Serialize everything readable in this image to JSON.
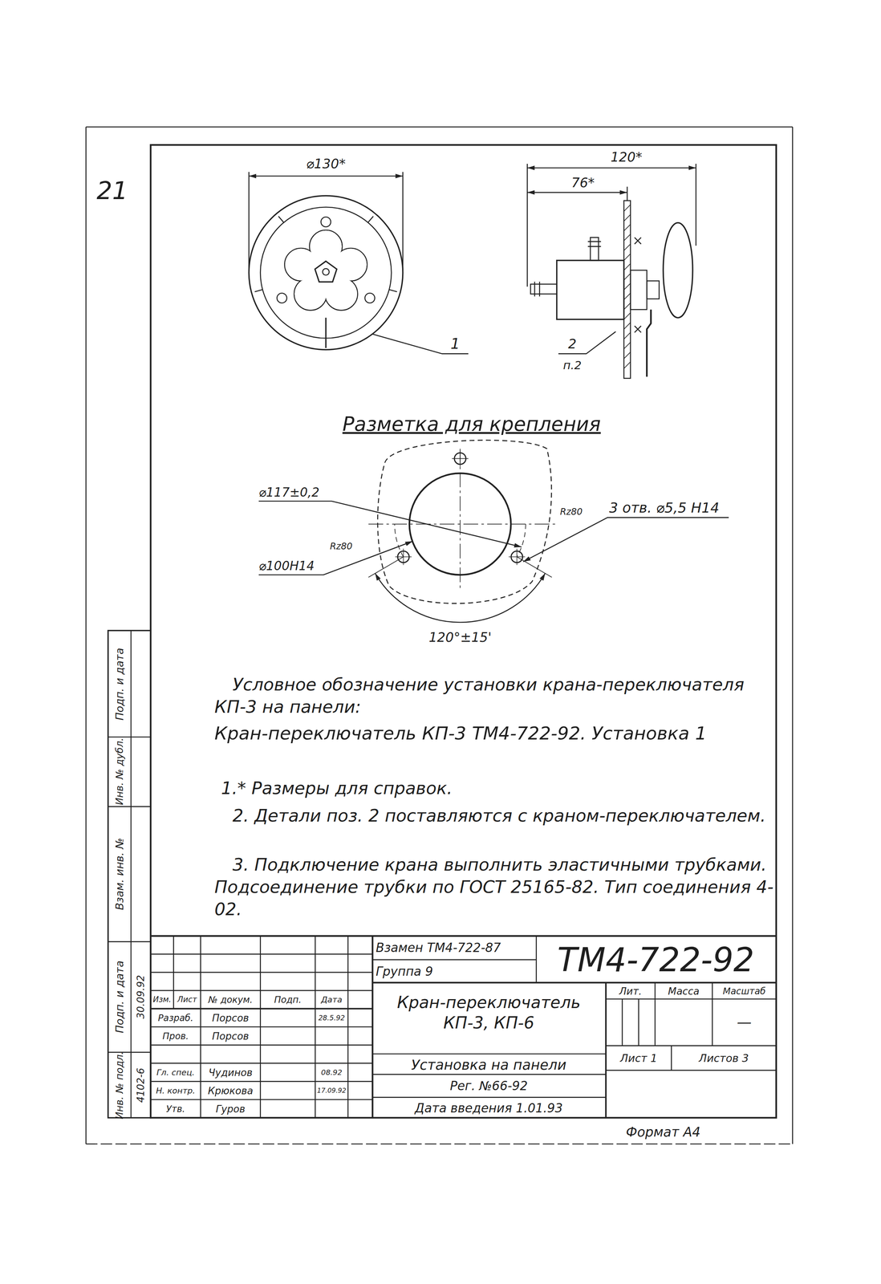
{
  "diagram": {
    "labels": [
      "21",
      "⌀130*",
      "120*",
      "76*",
      "1",
      "2",
      "п.2",
      "Разметка для крепления",
      "⌀117±0,2",
      "Rz80",
      "3 отв. ⌀5,5 H14",
      "⌀100H14",
      "Rz80",
      "120°±15'",
      "Условное обозначение установки крана-переключателя КП-3 на панели:",
      "Кран-переключатель КП-3 ТМ4-722-92. Установка 1",
      "1.* Размеры для справок.",
      "2. Детали поз. 2 поставляются с краном-переключателем.",
      "3. Подключение крана выполнить эластичными трубками. Подсоединение трубки по ГОСТ 25165-82. Тип соединения 4-02.",
      "Подп. и дата",
      "Инв. № дубл.",
      "Взам. инв. №",
      "Подп. и дата",
      "Инв. № подл.",
      "30.09.92",
      "4102-6",
      "Взамен ТМ4-722-87",
      "Группа 9",
      "ТМ4-722-92",
      "Изм.",
      "Лист",
      "№ докум.",
      "Подп.",
      "Дата",
      "Разраб.",
      "Порсов",
      "28.5.92",
      "Пров.",
      "Порсов",
      "Гл. спец.",
      "Чудинов",
      "08.92",
      "Н. контр.",
      "Крюкова",
      "17.09.92",
      "Утв.",
      "Гуров",
      "Кран-переключатель КП-3, КП-6",
      "Установка на панели",
      "Рег. №66-92",
      "Дата введения 1.01.93",
      "Лит.",
      "Масса",
      "Масштаб",
      "—",
      "Лист 1",
      "Листов 3",
      "Формат А4"
    ]
  }
}
